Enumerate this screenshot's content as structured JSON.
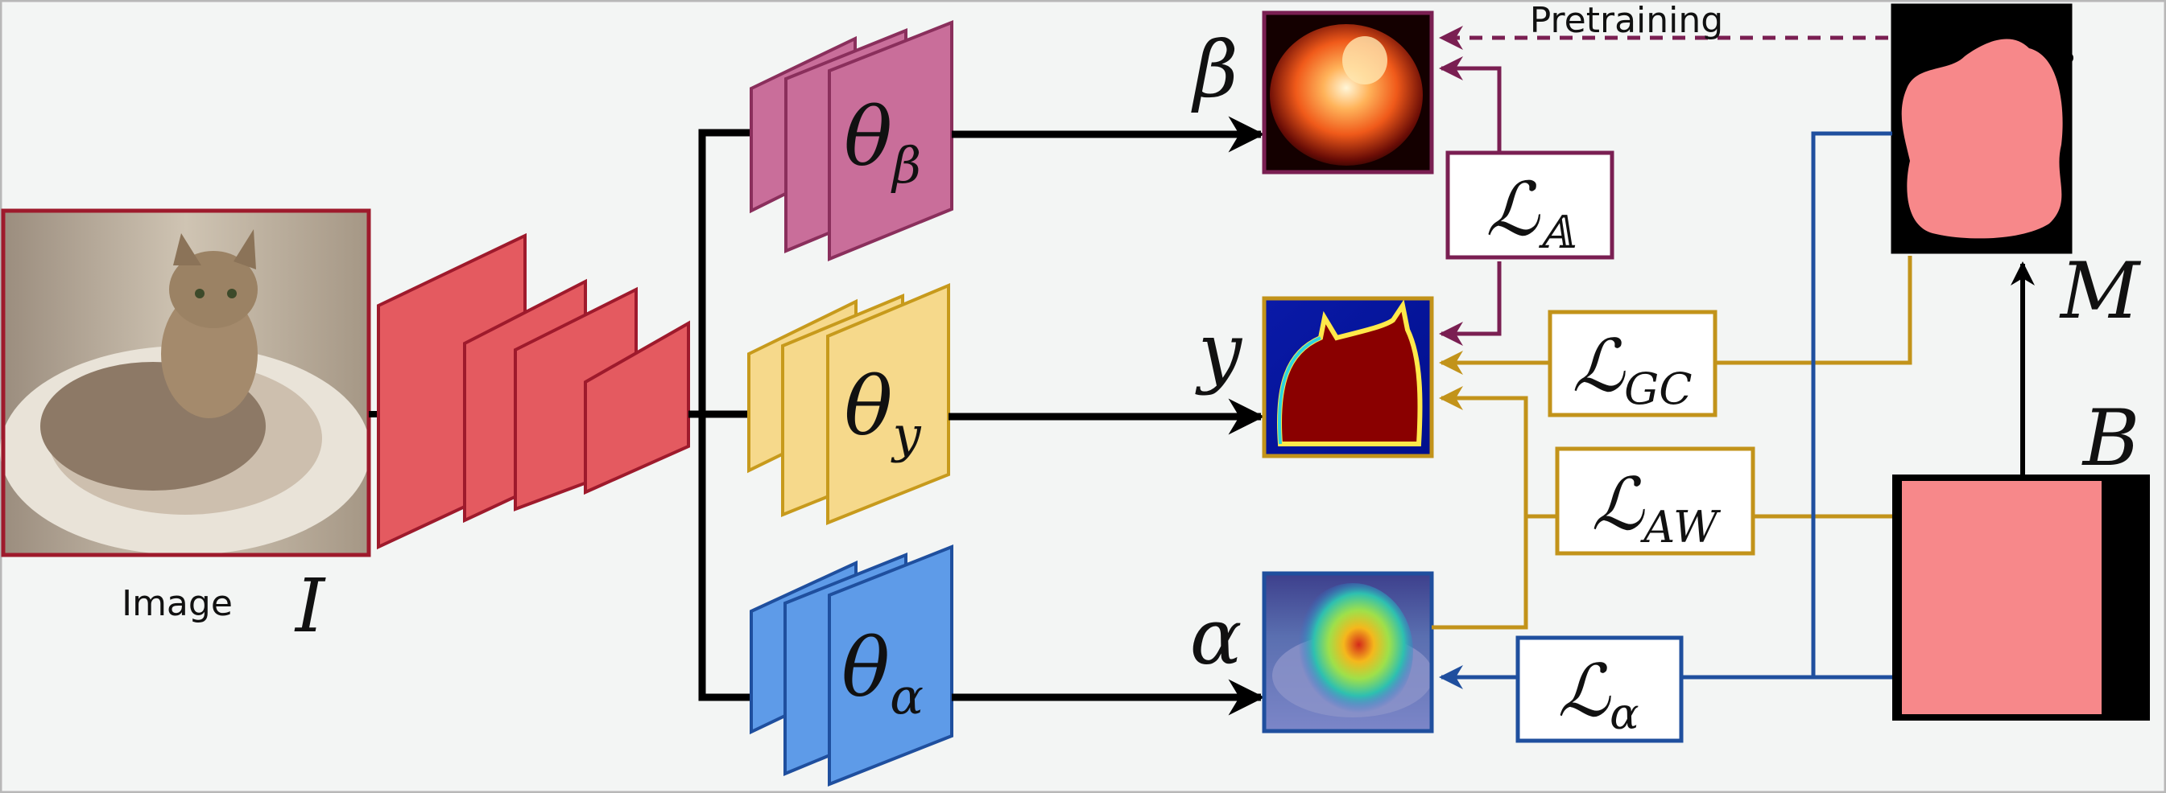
{
  "diagram": {
    "image_caption": "Image",
    "image_symbol": "I",
    "heads": [
      {
        "id": "beta",
        "sym": "θ",
        "sub": "β",
        "color": "#c96e9a",
        "stroke": "#8a2f5c"
      },
      {
        "id": "y",
        "sym": "θ",
        "sub": "y",
        "color": "#f6d98b",
        "stroke": "#c79a1c"
      },
      {
        "id": "alpha",
        "sym": "θ",
        "sub": "α",
        "color": "#5e9be8",
        "stroke": "#1f4f9e"
      }
    ],
    "outputs": {
      "beta": "β",
      "y": "y",
      "alpha": "α"
    },
    "pretraining_label": "Pretraining",
    "mask_symbol": "M",
    "box_symbol": "B",
    "losses": {
      "A": {
        "main": "ℒ",
        "sub": "𝔸"
      },
      "GC": {
        "main": "ℒ",
        "sub": "GC"
      },
      "AW": {
        "main": "ℒ",
        "sub": "AW"
      },
      "alpha": {
        "main": "ℒ",
        "sub": "α"
      }
    },
    "colors": {
      "encoder": "#e45a60",
      "encoder_stroke": "#9e1a2c",
      "beta_line": "#7a1f52",
      "gold_line": "#c2931a",
      "blue_line": "#1f4f9e",
      "mask_pink": "#f7888a"
    }
  }
}
